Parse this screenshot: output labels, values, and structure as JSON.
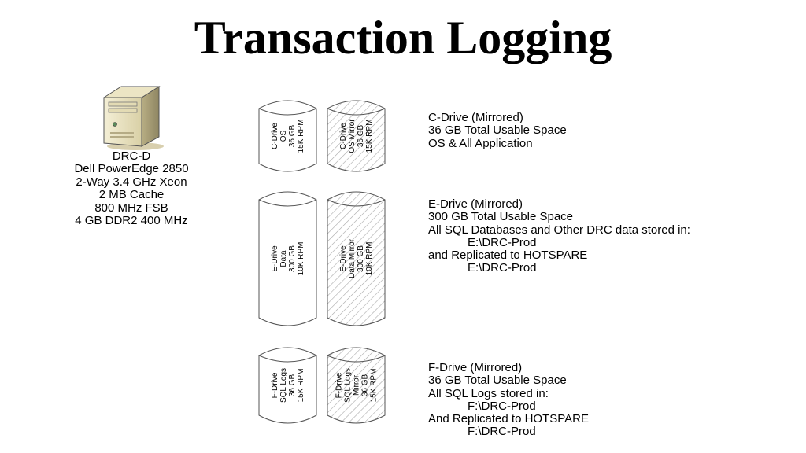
{
  "title": "Transaction Logging",
  "server": {
    "name": "DRC-D",
    "specs": [
      "Dell PowerEdge 2850",
      "2-Way 3.4 GHz Xeon",
      "2 MB Cache",
      "800 MHz FSB",
      "4 GB DDR2 400 MHz"
    ]
  },
  "groups": [
    {
      "id": "c",
      "primary": [
        "C-Drive",
        "OS",
        "36 GB",
        "15K RPM"
      ],
      "mirror": [
        "C-Drive",
        "OS Mirror",
        "36 GB",
        "15K RPM"
      ],
      "desc": [
        {
          "text": "C-Drive (Mirrored)",
          "indent": false
        },
        {
          "text": "36 GB Total Usable Space",
          "indent": false
        },
        {
          "text": "OS & All Application",
          "indent": false
        }
      ]
    },
    {
      "id": "e",
      "primary": [
        "E-Drive",
        "Data",
        "300 GB",
        "10K RPM"
      ],
      "mirror": [
        "E-Drive",
        "Data Mirror",
        "300 GB",
        "10K RPM"
      ],
      "desc": [
        {
          "text": "E-Drive (Mirrored)",
          "indent": false
        },
        {
          "text": "300 GB Total Usable Space",
          "indent": false
        },
        {
          "text": "All SQL Databases and Other DRC data stored in:",
          "indent": false
        },
        {
          "text": "E:\\DRC-Prod",
          "indent": true
        },
        {
          "text": "and Replicated to HOTSPARE",
          "indent": false
        },
        {
          "text": "E:\\DRC-Prod",
          "indent": true
        }
      ]
    },
    {
      "id": "f",
      "primary": [
        "F-Drive",
        "SQL Logs",
        "36 GB",
        "15K RPM"
      ],
      "mirror": [
        "F-Drive",
        "SQL Logs",
        "Mirror",
        "36 GB",
        "15K RPM"
      ],
      "desc": [
        {
          "text": "F-Drive (Mirrored)",
          "indent": false
        },
        {
          "text": "36 GB Total Usable Space",
          "indent": false
        },
        {
          "text": "All SQL Logs stored in:",
          "indent": false
        },
        {
          "text": "F:\\DRC-Prod",
          "indent": true
        },
        {
          "text": "And Replicated to HOTSPARE",
          "indent": false
        },
        {
          "text": "F:\\DRC-Prod",
          "indent": true
        }
      ]
    }
  ]
}
